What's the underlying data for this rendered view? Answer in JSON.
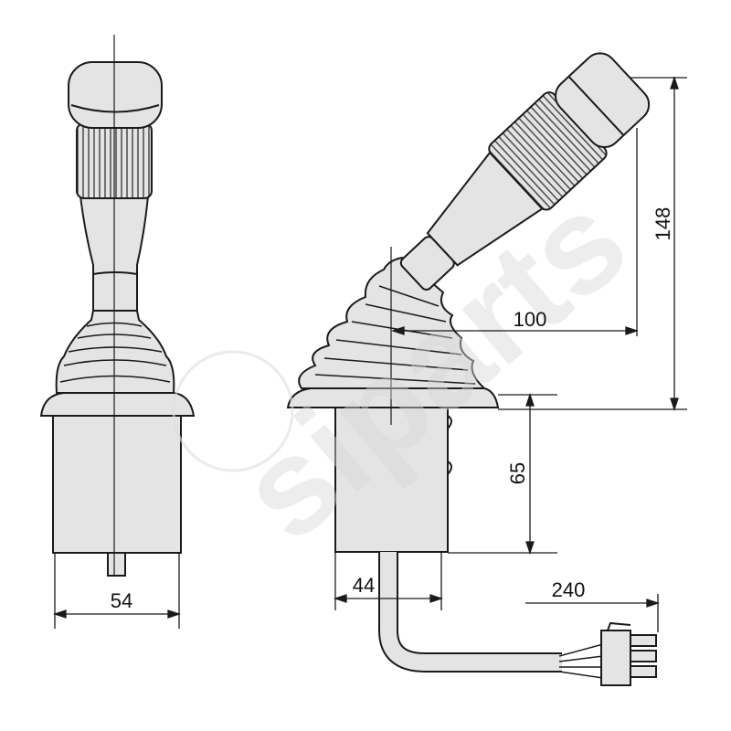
{
  "drawing": {
    "dimensions": {
      "width_front": "54",
      "height_total": "148",
      "reach": "100",
      "body_height": "65",
      "body_width": "44",
      "cable_length": "240"
    },
    "watermark": "siparts",
    "colors": {
      "fill": "#e4e4e4",
      "line": "#1a1a1a"
    }
  }
}
